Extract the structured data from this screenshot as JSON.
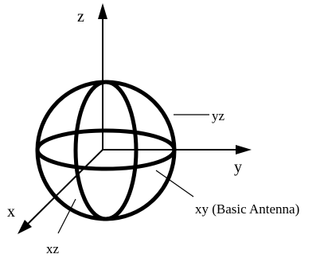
{
  "colors": {
    "axis": "#000000",
    "sphere": "#000000",
    "text": "#000000",
    "background": "#ffffff"
  },
  "axes": {
    "z": "z",
    "y": "y",
    "x": "x"
  },
  "planes": {
    "yz": "yz",
    "xy": "xy (Basic Antenna)",
    "xz": "xz"
  }
}
